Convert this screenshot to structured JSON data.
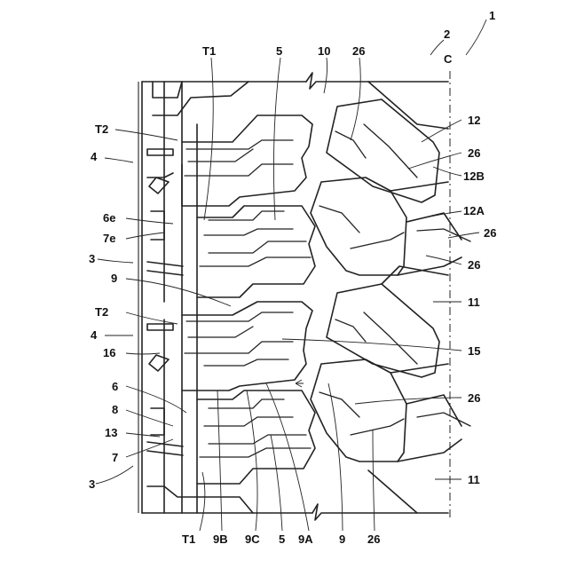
{
  "labels": {
    "n1": "1",
    "n2": "2",
    "c": "C",
    "n10": "10",
    "t1": "T1",
    "t2": "T2",
    "n26": "26",
    "n5": "5",
    "n12": "12",
    "n12a": "12A",
    "n12b": "12B",
    "n11": "11",
    "n15": "15",
    "n4": "4",
    "n3": "3",
    "n6e": "6e",
    "n7e": "7e",
    "n9": "9",
    "n16": "16",
    "n6": "6",
    "n8": "8",
    "n13": "13",
    "n7": "7",
    "n9b": "9B",
    "n9c": "9C",
    "n9a": "9A"
  }
}
